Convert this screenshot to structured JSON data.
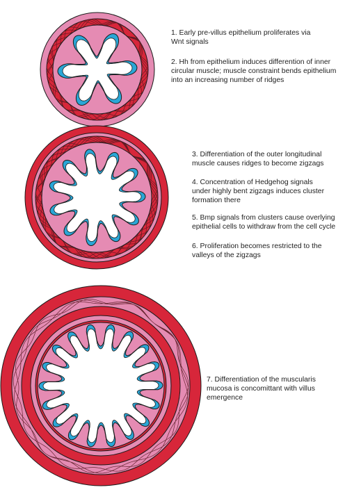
{
  "colors": {
    "outer_muscle": "#d7263a",
    "pink_tissue": "#e58bb3",
    "epithelium": "#2aa6d6",
    "lumen": "#ffffff",
    "outline": "#1a1a1a",
    "mesh": "#5a1a22"
  },
  "stages": [
    {
      "notes": [
        "1. Early pre-villus epithelium proliferates via\nWnt signals",
        "2. Hh from epithelium induces differention of inner\ncircular muscle; muscle constraint bends epithelium\ninto an increasing number of ridges"
      ]
    },
    {
      "notes": [
        "3. Differentiation of the outer longitudinal\nmuscle causes ridges to become zigzags",
        "4. Concentration of Hedgehog signals\nunder highly bent zigzags induces cluster\nformation there",
        "5. Bmp signals from clusters cause overlying\nepithelial cells to withdraw from the cell cycle",
        "6. Proliferation becomes restricted to the\nvalleys of the zigzags"
      ]
    },
    {
      "notes": [
        "7. Differentiation of the muscularis\nmucosa is concomittant with villus\nemergence"
      ]
    }
  ]
}
